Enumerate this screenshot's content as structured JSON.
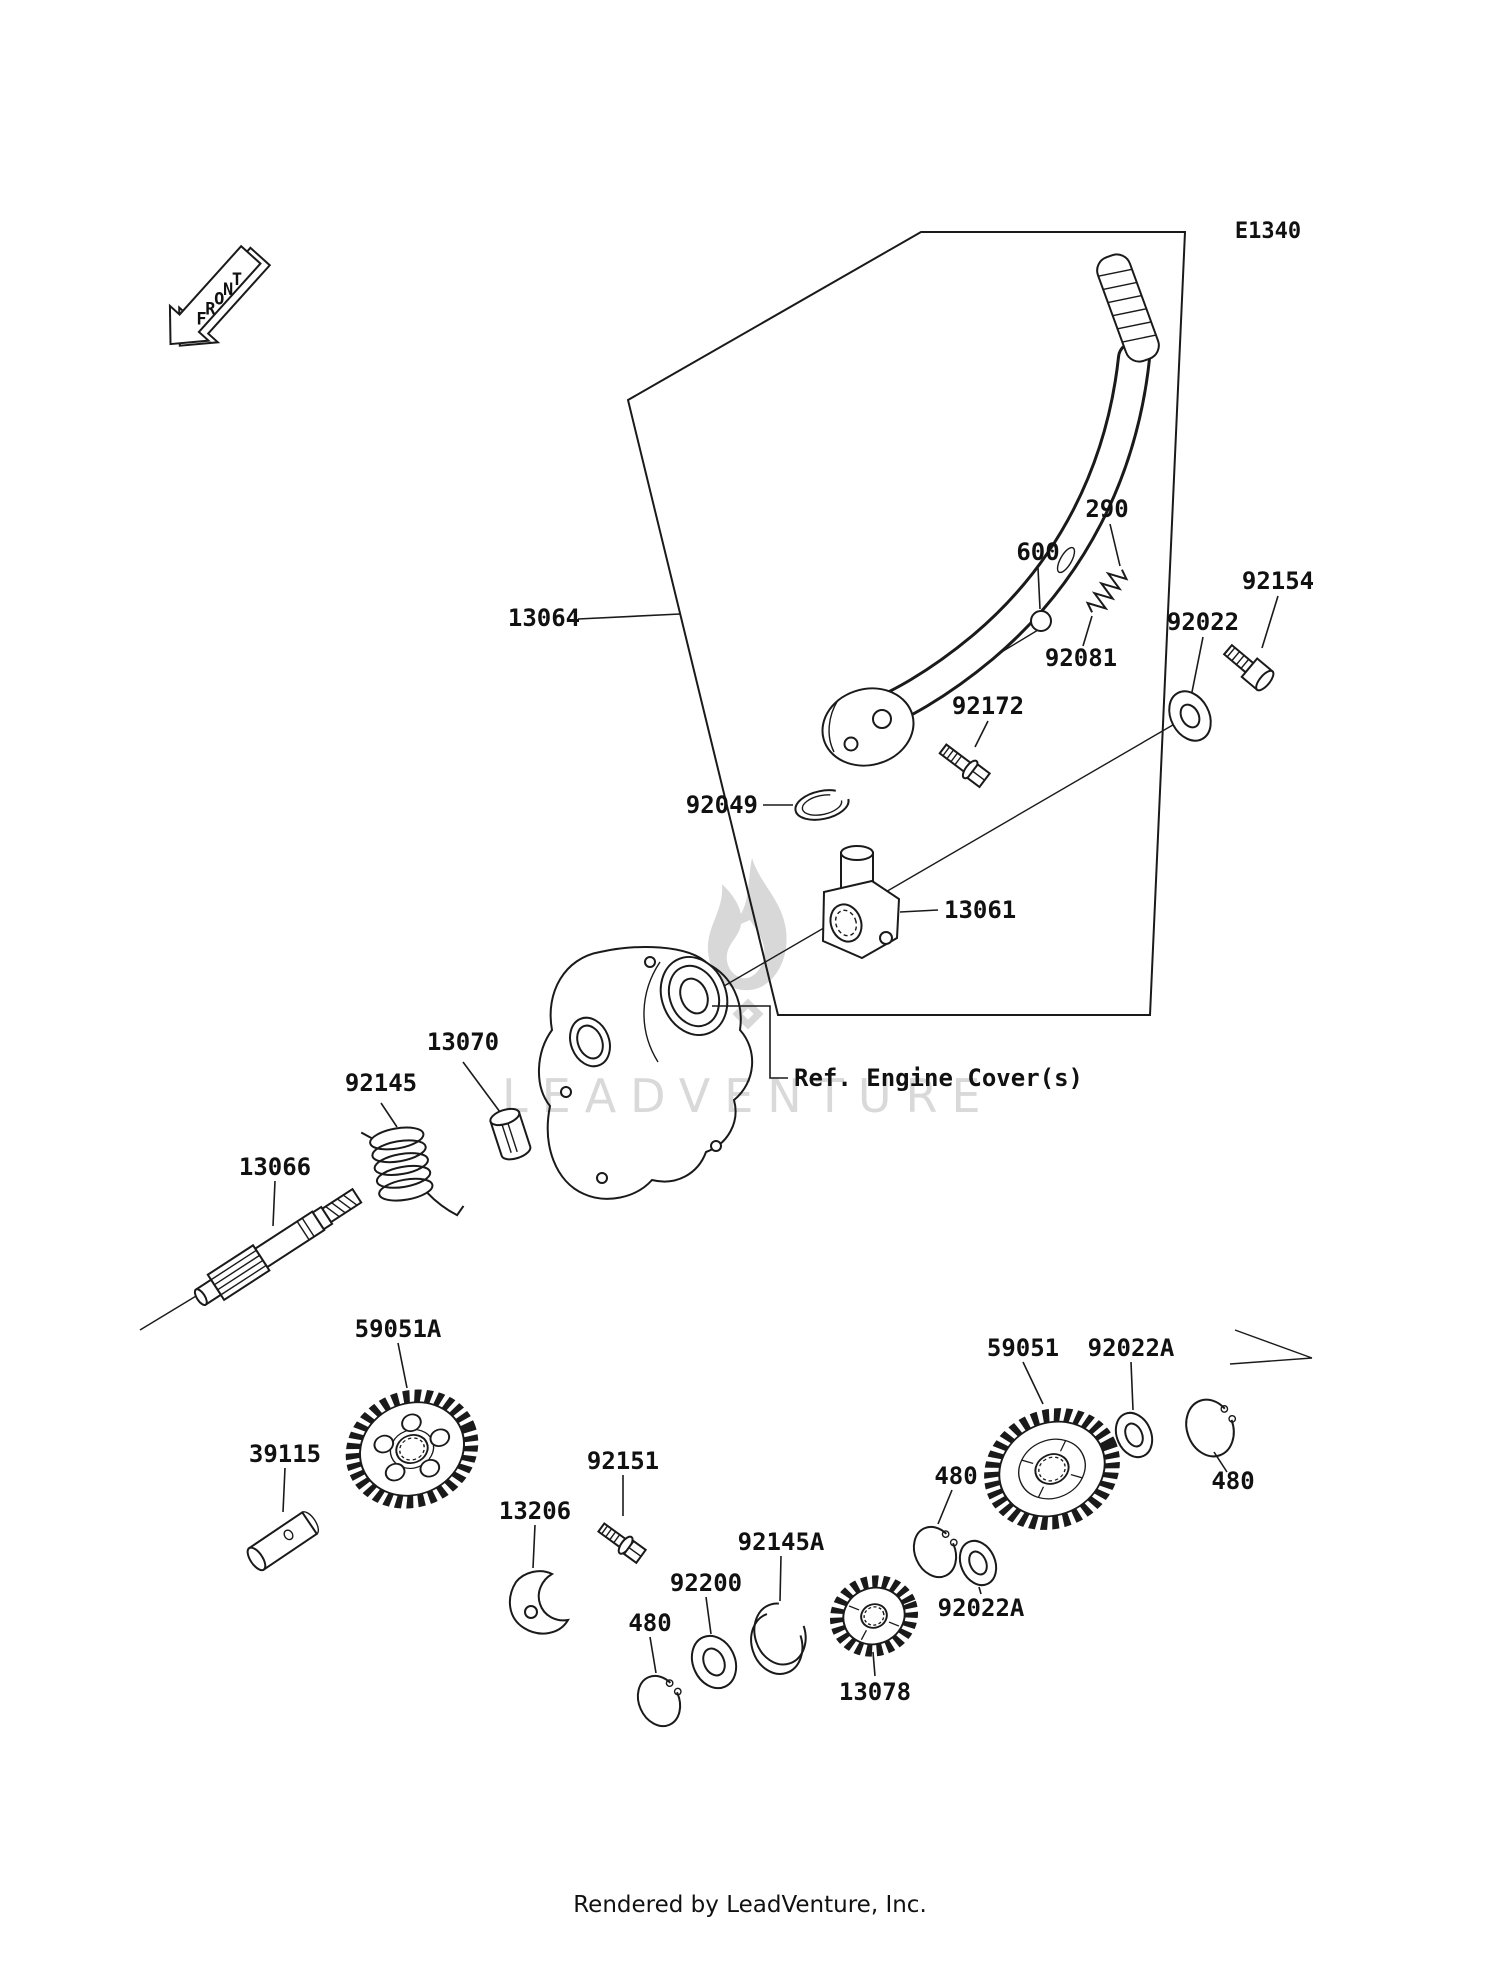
{
  "diagram": {
    "code": "E1340",
    "front_badge": "FRONT",
    "watermark": "LEADVENTURE",
    "ref_engine_cover": "Ref. Engine Cover(s)",
    "footer": "Rendered by LeadVenture, Inc.",
    "callouts": {
      "kick_pedal": "13064",
      "detent_ball": "600",
      "detent_spring": "290",
      "spring_92081": "92081",
      "pedal_bolt": "92172",
      "mount_bolt": "92154",
      "mount_washer": "92022",
      "boss_ring": "92049",
      "kick_boss": "13061",
      "spring_guide": "13070",
      "return_spring": "92145",
      "kick_shaft": "13066",
      "idle_gear": "59051A",
      "shaft_pin": "39115",
      "guide_bolt": "92151",
      "kick_guide": "13206",
      "thrust_washer": "92200",
      "ratchet_spring": "92145A",
      "circlip_left": "480",
      "ratchet_gear": "13078",
      "circlip_mid": "480",
      "washer_lower": "92022A",
      "kick_gear": "59051",
      "washer_upper": "92022A",
      "circlip_right": "480"
    }
  }
}
